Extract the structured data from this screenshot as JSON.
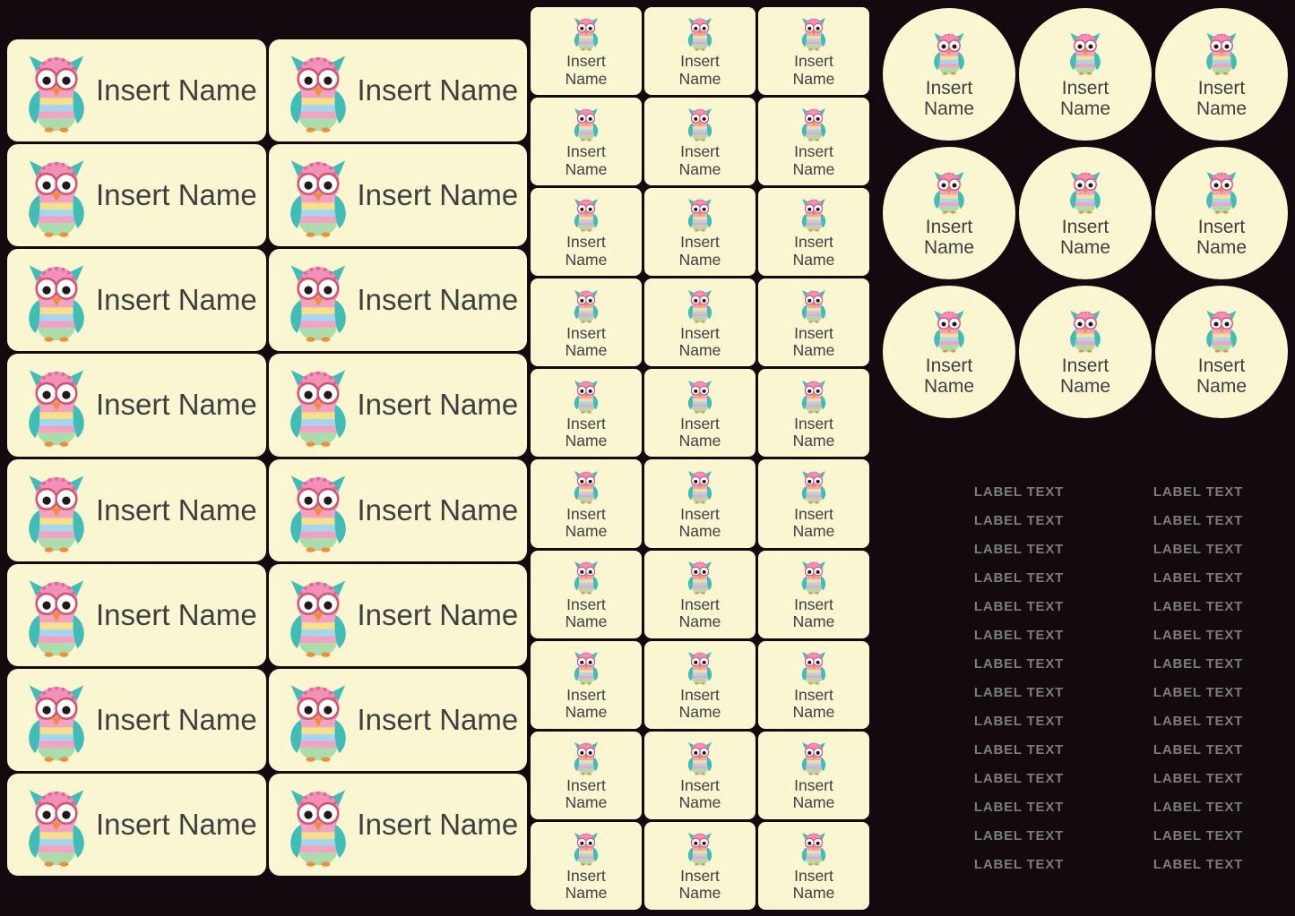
{
  "colors": {
    "canvas_bg": "#130a10",
    "label_bg": "#faf6d2",
    "name_text": "#3f3f3f",
    "iron_on_text": "#7c7c7c",
    "owl_teal": "#3fbdb6",
    "owl_pink": "#f290b8",
    "owl_yellow": "#f6e089",
    "owl_blue": "#a6d5ef",
    "owl_green": "#abdcab",
    "owl_orange": "#ef8f3a"
  },
  "icons": {
    "owl": "owl-icon"
  },
  "sheets": {
    "large": {
      "text": "Insert Name",
      "rows": 8,
      "cols": 2
    },
    "small": {
      "line1": "Insert",
      "line2": "Name",
      "rows": 10,
      "cols": 3
    },
    "round": {
      "line1": "Insert",
      "line2": "Name",
      "rows": 3,
      "cols": 3
    },
    "iron_on": {
      "text": "LABEL TEXT",
      "rows": 14,
      "cols": 2
    }
  }
}
